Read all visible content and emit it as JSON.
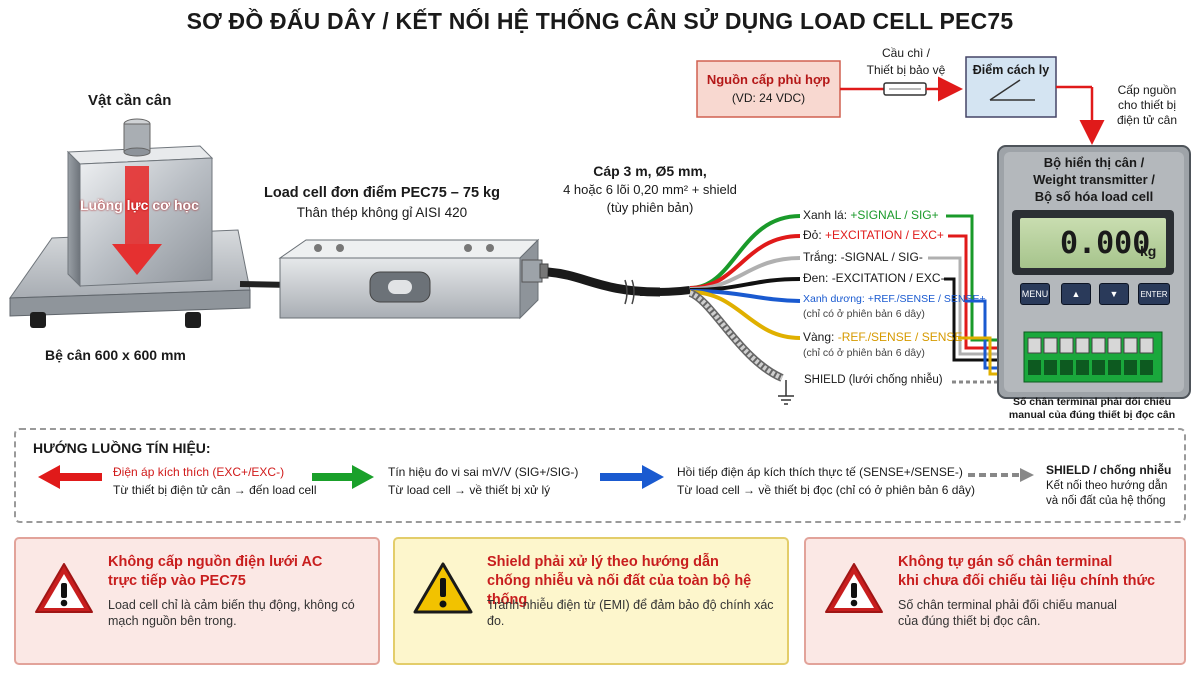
{
  "title": "SƠ ĐỒ ĐẤU DÂY / KẾT NỐI HỆ THỐNG CÂN SỬ DỤNG LOAD CELL PEC75",
  "scale": {
    "object_label": "Vật cần cân",
    "force_label": "Luồng lực cơ học",
    "platform_label": "Bệ cân 600 x 600 mm"
  },
  "loadcell": {
    "title": "Load cell đơn điểm PEC75 – 75 kg",
    "material": "Thân thép không gỉ AISI 420"
  },
  "cable": {
    "line1": "Cáp 3 m, Ø5 mm,",
    "line2": "4 hoặc 6 lõi 0,20 mm² + shield",
    "line3": "(tùy phiên bản)"
  },
  "power": {
    "source_title": "Nguồn cấp phù hợp",
    "source_sub": "(VD: 24 VDC)",
    "fuse_line1": "Cầu chì /",
    "fuse_line2": "Thiết bị bảo vệ",
    "isolation": "Điểm cách ly",
    "supply_line1": "Cấp nguồn",
    "supply_line2": "cho thiết bị",
    "supply_line3": "điện tử cân"
  },
  "wires": [
    {
      "prefix": "Xanh lá: ",
      "signal": "+SIGNAL / SIG+",
      "note": "",
      "color": "#1a9a2a"
    },
    {
      "prefix": "Đỏ: ",
      "signal": "+EXCITATION / EXC+",
      "note": "",
      "color": "#e01a1a"
    },
    {
      "prefix": "Trắng: ",
      "signal": "-SIGNAL / SIG-",
      "note": "",
      "color": "#8a8a8a"
    },
    {
      "prefix": "Đen: ",
      "signal": "-EXCITATION / EXC-",
      "note": "",
      "color": "#111111"
    },
    {
      "prefix": "Xanh dương: ",
      "signal": "+REF./SENSE / SENSE+",
      "note": "(chỉ có ở phiên bản 6 dây)",
      "color": "#1a5ad0"
    },
    {
      "prefix": "Vàng: ",
      "signal": "-REF./SENSE / SENSE-",
      "note": "(chỉ có ở phiên bản 6 dây)",
      "color": "#e0a800"
    }
  ],
  "shield_label": "SHIELD (lưới chống nhiễu)",
  "indicator": {
    "title1": "Bộ hiển thị cân /",
    "title2": "Weight transmitter /",
    "title3": "Bộ số hóa load cell",
    "reading": "0.000",
    "unit": "kg",
    "buttons": {
      "menu": "MENU",
      "up": "▲",
      "down": "▼",
      "enter": "ENTER"
    },
    "terminal_note1": "Số chân terminal phải đối chiếu",
    "terminal_note2": "manual của đúng thiết bị đọc cân"
  },
  "legend": {
    "heading": "HƯỚNG LUỒNG TÍN HIỆU:",
    "items": [
      {
        "title": "Điện áp kích thích (EXC+/EXC-)",
        "desc": "Từ thiết bị điện tử cân → đến load cell",
        "color": "#e01a1a"
      },
      {
        "title": "Tín hiệu đo vi sai mV/V (SIG+/SIG-)",
        "desc": "Từ load cell → về thiết bị xử lý",
        "color": "#1a9a2a"
      },
      {
        "title": "Hồi tiếp điện áp kích thích thực tế (SENSE+/SENSE-)",
        "desc": "Từ load cell → về thiết bị đọc (chỉ có ở phiên bản 6 dây)",
        "color": "#1a5ad0"
      },
      {
        "title": "SHIELD / chống nhiễu",
        "desc1": "Kết nối theo hướng dẫn",
        "desc2": "và nối đất của hệ thống",
        "color": "#888888"
      }
    ]
  },
  "alerts": [
    {
      "head1": "Không cấp nguồn điện lưới AC",
      "head2": "trực tiếp vào PEC75",
      "body1": "Load cell chỉ là cảm biến thụ động, không có",
      "body2": "mạch nguồn bên trong.",
      "color": "#c81e1e"
    },
    {
      "head1": "Shield phải xử lý theo hướng dẫn",
      "head2": "chống nhiễu và nối đất của toàn bộ hệ thống",
      "body1": "Tránh nhiễu điện từ (EMI) để đảm bảo độ chính xác đo.",
      "body2": "",
      "color": "#c81e1e"
    },
    {
      "head1": "Không tự gán số chân terminal",
      "head2": "khi chưa đối chiếu tài liệu chính thức",
      "body1": "Số chân terminal phải đối chiếu manual",
      "body2": "của đúng thiết bị đọc cân.",
      "color": "#c81e1e"
    }
  ]
}
